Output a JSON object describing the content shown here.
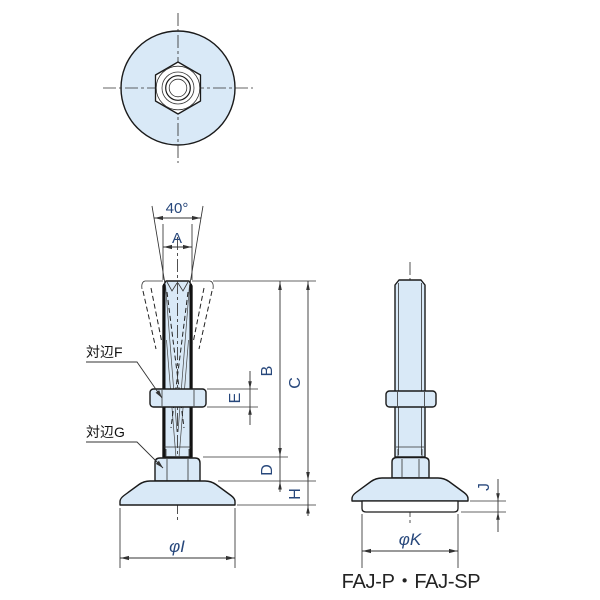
{
  "drawing": {
    "caption": "FAJ-P・FAJ-SP",
    "colors": {
      "part_fill": "#d9e9f7",
      "line": "#1a1a1a",
      "dimension_text": "#27477b",
      "label_text": "#111111"
    },
    "dims": {
      "angle": "40°",
      "A": "A",
      "B": "B",
      "C": "C",
      "D": "D",
      "E": "E",
      "H": "H",
      "J": "J",
      "dia_I": "φI",
      "dia_K": "φK",
      "flats_F": "対辺F",
      "flats_G": "対辺G"
    }
  }
}
